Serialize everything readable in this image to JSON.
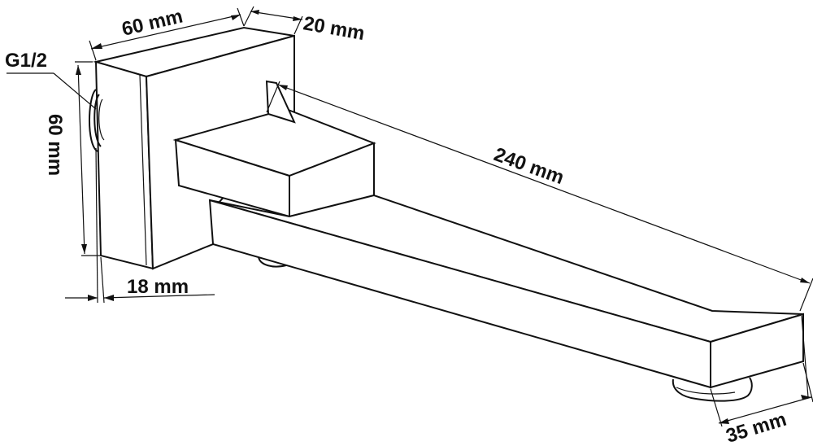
{
  "labels": {
    "top_width": "60 mm",
    "top_depth": "20 mm",
    "thread": "G1/2",
    "height": "60 mm",
    "plate_thickness": "18 mm",
    "spout_length": "240 mm",
    "spout_height": "35 mm"
  },
  "colors": {
    "line": "#111111",
    "background": "#ffffff"
  }
}
